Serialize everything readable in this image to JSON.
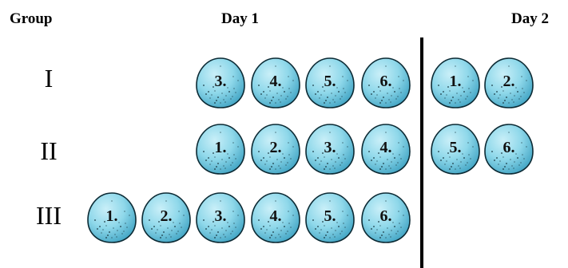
{
  "headers": {
    "group": "Group",
    "day1": "Day 1",
    "day2": "Day 2"
  },
  "colors": {
    "egg_fill_light": "#c9eff8",
    "egg_fill": "#8fd8ea",
    "egg_fill_dark": "#4aaac8",
    "egg_outline": "#0c2a34",
    "divider": "#000000"
  },
  "icon": "egg-icon",
  "rows": [
    {
      "label": "I",
      "day1": [
        "3.",
        "4.",
        "5.",
        "6."
      ],
      "day2": [
        "1.",
        "2."
      ]
    },
    {
      "label": "II",
      "day1": [
        "1.",
        "2.",
        "3.",
        "4."
      ],
      "day2": [
        "5.",
        "6."
      ]
    },
    {
      "label": "III",
      "day1": [
        "1.",
        "2.",
        "3.",
        "4.",
        "5.",
        "6."
      ],
      "day2": []
    }
  ]
}
